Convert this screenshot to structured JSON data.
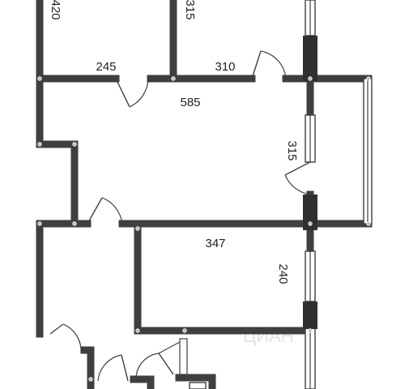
{
  "plan": {
    "dimensions": [
      {
        "id": "top-left-room-partial",
        "text": "420"
      },
      {
        "id": "top-mid-room-height",
        "text": "315"
      },
      {
        "id": "top-left-room-width",
        "text": "245"
      },
      {
        "id": "top-mid-room-width",
        "text": "310"
      },
      {
        "id": "living-room-width",
        "text": "585"
      },
      {
        "id": "living-room-height",
        "text": "315"
      },
      {
        "id": "bedroom-width",
        "text": "347"
      },
      {
        "id": "bedroom-height",
        "text": "240"
      }
    ],
    "watermark": "ЦИАН"
  }
}
